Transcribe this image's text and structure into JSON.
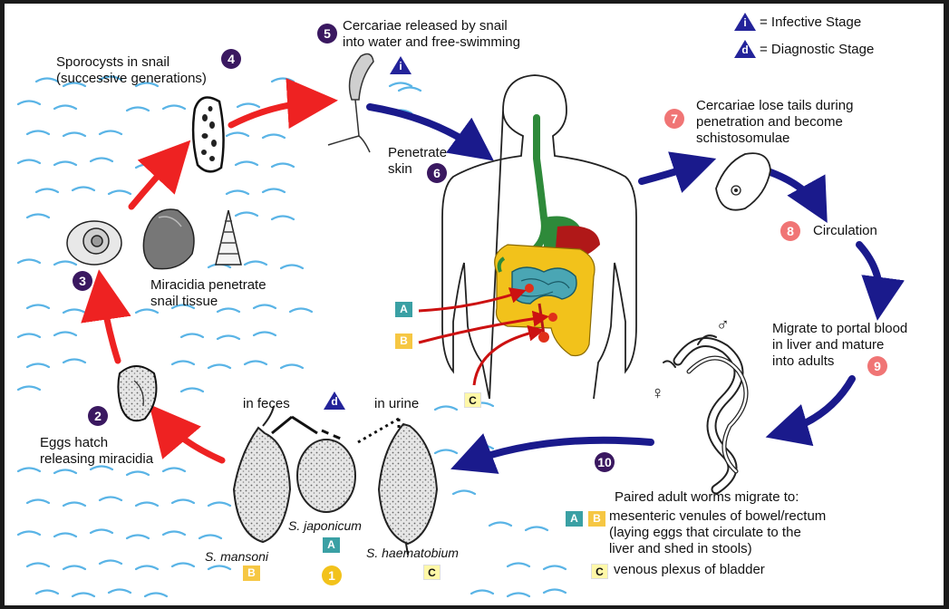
{
  "legend": {
    "infective": "= Infective Stage",
    "diagnostic": "= Diagnostic Stage",
    "infective_letter": "i",
    "diagnostic_letter": "d"
  },
  "steps": {
    "s1": "1",
    "s2": "2",
    "s3": "3",
    "s4": "4",
    "s5": "5",
    "s6": "6",
    "s7": "7",
    "s8": "8",
    "s9": "9",
    "s10": "10"
  },
  "labels": {
    "step5": "Cercariae released by snail\ninto water and free-swimming",
    "step4": "Sporocysts in snail\n(successive generations)",
    "step6": "Penetrate\nskin",
    "step7": "Cercariae lose tails during\npenetration and become\nschistosomulae",
    "step8": "Circulation",
    "step9": "Migrate to portal blood\nin liver and mature\ninto adults",
    "step3": "Miracidia penetrate\nsnail tissue",
    "step2": "Eggs hatch\nreleasing miracidia",
    "in_feces": "in feces",
    "in_urine": "in urine",
    "step10_title": "Paired adult worms migrate to:",
    "step10_ab": "mesenteric venules of bowel/rectum\n(laying eggs that circulate to the\nliver and shed in stools)",
    "step10_c": "venous plexus of bladder",
    "female_symbol": "♀",
    "male_symbol": "♂"
  },
  "species": {
    "japonicum": "S. japonicum",
    "mansoni": "S. mansoni",
    "haematobium": "S. haematobium"
  },
  "letters": {
    "A": "A",
    "B": "B",
    "C": "C"
  },
  "colors": {
    "cycle_red": "#ee2222",
    "cycle_blue": "#1a1a8c",
    "water": "#5ab4e6",
    "intestine_green": "#2e8a3a",
    "colon_yellow": "#f2c21b",
    "organ_red": "#b01818",
    "step_dark": "#3a1860",
    "step_pink": "#f07575"
  }
}
